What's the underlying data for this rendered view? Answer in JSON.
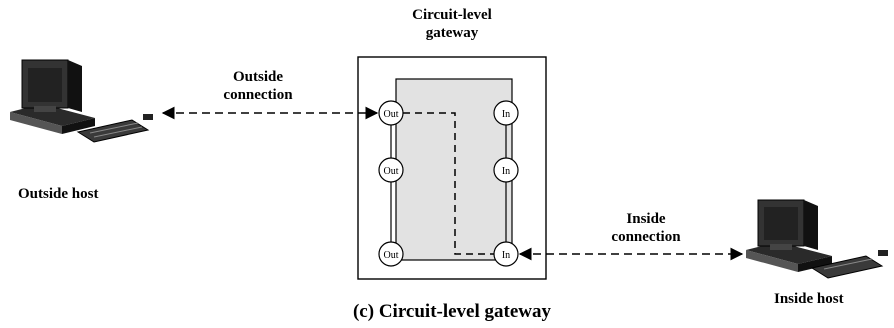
{
  "gateway": {
    "title_line1": "Circuit-level",
    "title_line2": "gateway"
  },
  "outside": {
    "conn_line1": "Outside",
    "conn_line2": "connection",
    "host_label": "Outside host"
  },
  "inside": {
    "conn_line1": "Inside",
    "conn_line2": "connection",
    "host_label": "Inside host"
  },
  "ports": {
    "out_label": "Out",
    "in_label": "In"
  },
  "caption": "(c) Circuit-level gateway",
  "colors": {
    "gateway_fill": "#e2e2e2",
    "line": "#000000"
  }
}
